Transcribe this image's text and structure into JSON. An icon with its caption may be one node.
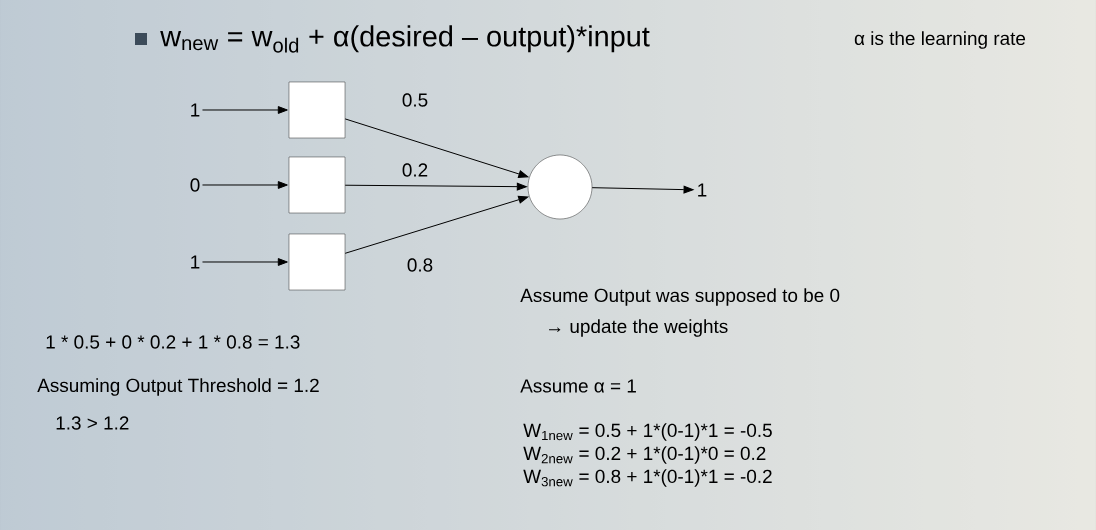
{
  "diagram": {
    "title": "w$_{new}$ = w$_{old}$ + α(desired – output)*input",
    "nodes": [
      {
        "text": [
          "1"
        ]
      },
      {
        "text": [],
        "shape": "box"
      },
      {
        "text": [
          "0"
        ]
      },
      {
        "text": [],
        "shape": "box"
      },
      {
        "text": [],
        "shape": "circle"
      },
      {
        "text": [
          "1"
        ]
      },
      {
        "text": [
          "1"
        ]
      },
      {
        "text": [],
        "shape": "box"
      }
    ],
    "edges": [
      {
        "from": 0,
        "to": 1,
        "arrow": "to"
      },
      {
        "from": 2,
        "to": 3,
        "arrow": "to"
      },
      {
        "from": 6,
        "to": 7,
        "arrow": "to"
      },
      {
        "from": 1,
        "to": 4,
        "arrow": "to",
        "label": "0.5"
      },
      {
        "from": 3,
        "to": 4,
        "arrow": "to",
        "label": "0.2"
      },
      {
        "from": 7,
        "to": 4,
        "arrow": "to",
        "label": "0.8"
      },
      {
        "from": 4,
        "to": 5,
        "arrow": "to"
      }
    ],
    "labels": [
      "α is the learning rate",
      "Assume Output was supposed to be 0",
      "→ update the weights",
      "1 * 0.5 + 0 * 0.2 + 1 * 0.8 = 1.3",
      "Assuming Output Threshold = 1.2",
      "Assume α = 1",
      "1.3 > 1.2",
      "W$_{1new}$ = 0.5 + 1*(0-1)*1 = -0.5",
      "W$_{2new}$ = 0.2 + 1*(0-1)*0 = 0.2",
      "W$_{3new}$ = 0.8 + 1*(0-1)*1 = -0.2"
    ]
  }
}
